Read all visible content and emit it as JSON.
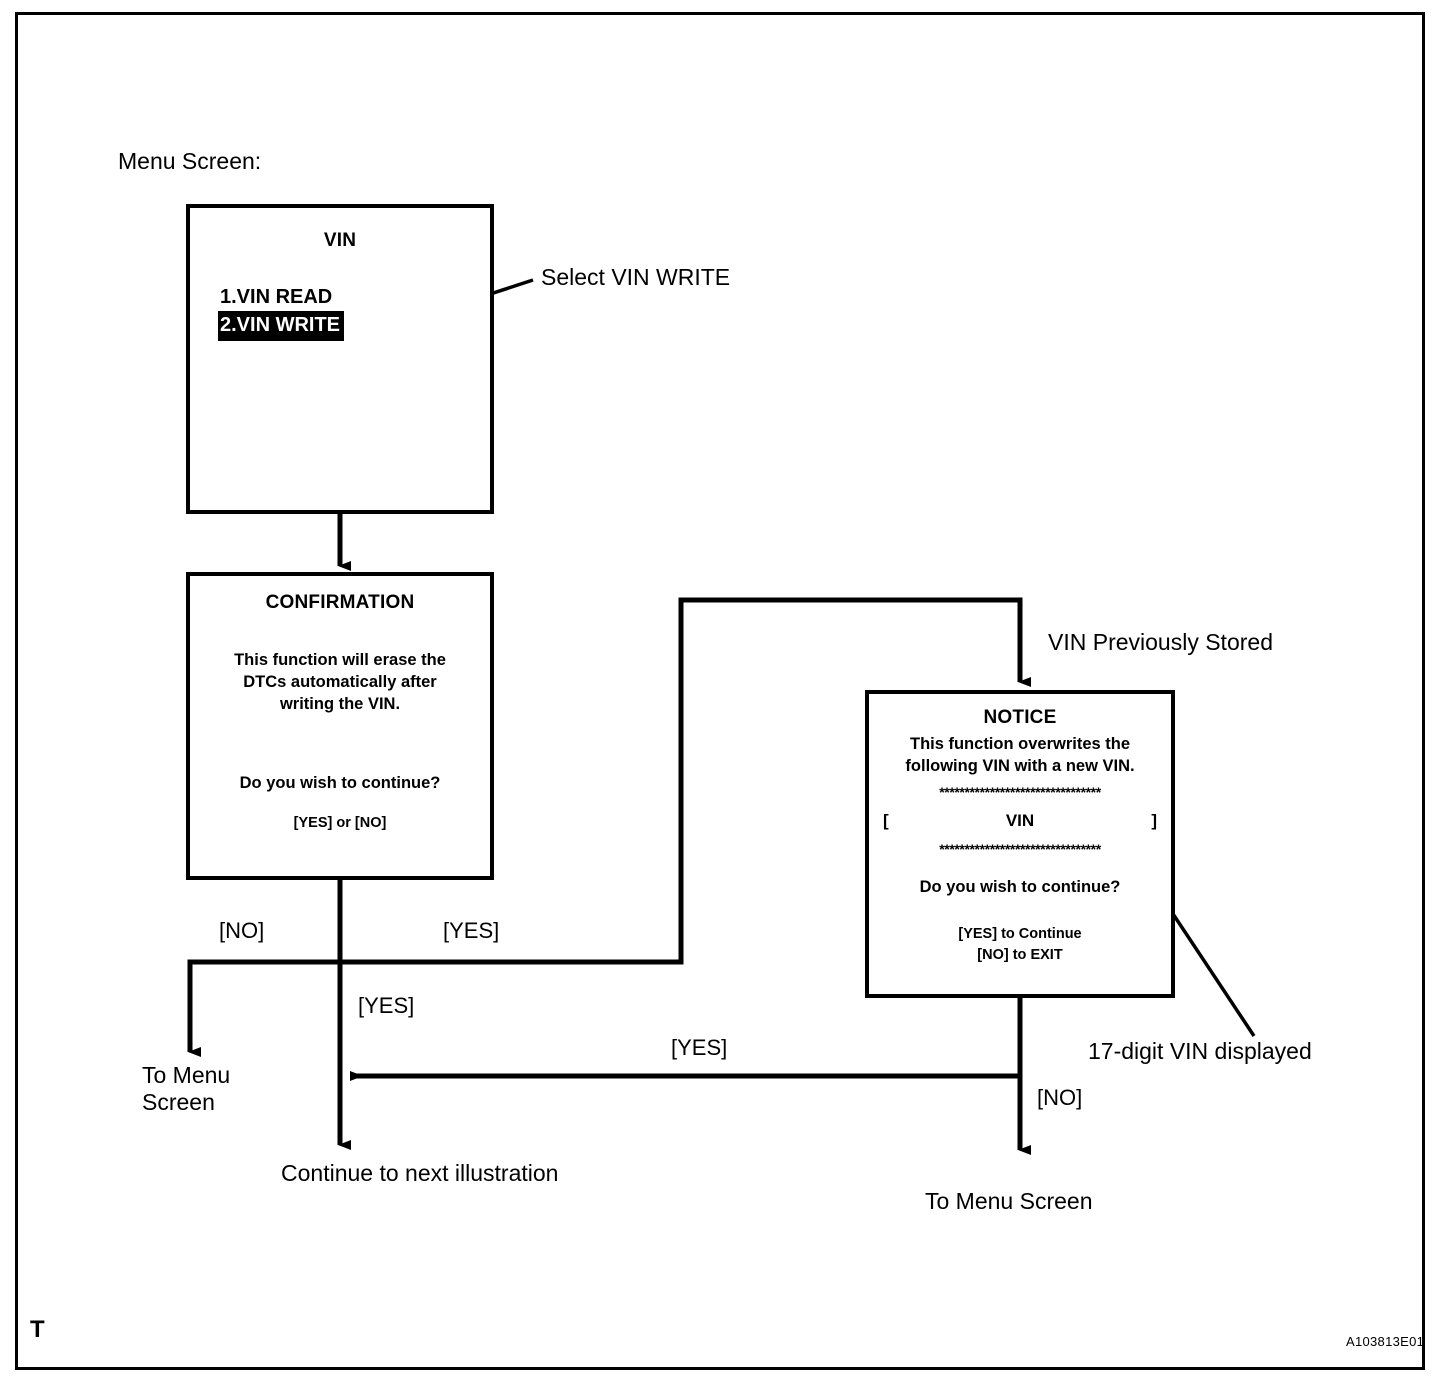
{
  "figure": {
    "heading": "Menu Screen:",
    "id_code": "A103813E01",
    "corner_mark": "T"
  },
  "screens": {
    "vin_menu": {
      "title": "VIN",
      "items": [
        {
          "label": "1.VIN READ",
          "selected": false
        },
        {
          "label": "2.VIN WRITE",
          "selected": true
        }
      ]
    },
    "confirmation": {
      "title": "CONFIRMATION",
      "body": [
        "This function will erase the",
        "DTCs automatically after",
        "writing the VIN."
      ],
      "question": "Do you wish to continue?",
      "options": "[YES] or [NO]"
    },
    "notice": {
      "title": "NOTICE",
      "body": [
        "This function overwrites the",
        "following VIN with a new VIN."
      ],
      "separator": "********************************",
      "vin_field": {
        "open_bracket": "[",
        "value": "VIN",
        "close_bracket": "]"
      },
      "question": "Do you wish to continue?",
      "options": [
        "[YES] to Continue",
        "[NO] to EXIT"
      ]
    }
  },
  "callouts": {
    "select_vin_write": "Select VIN WRITE",
    "vin_previously_stored": "VIN Previously Stored",
    "vin_digits": "17-digit VIN displayed"
  },
  "flow_labels": {
    "confirm_no": "[NO]",
    "confirm_yes_right": "[YES]",
    "confirm_yes_down": "[YES]",
    "notice_yes": "[YES]",
    "notice_no": "[NO]"
  },
  "terminals": {
    "to_menu_screen_left_line1": "To Menu",
    "to_menu_screen_left_line2": "Screen",
    "continue_next": "Continue to next illustration",
    "to_menu_screen_right": "To Menu Screen"
  },
  "colors": {
    "ink": "#000000",
    "paper": "#ffffff",
    "highlight_bg": "#000000",
    "highlight_fg": "#ffffff"
  }
}
